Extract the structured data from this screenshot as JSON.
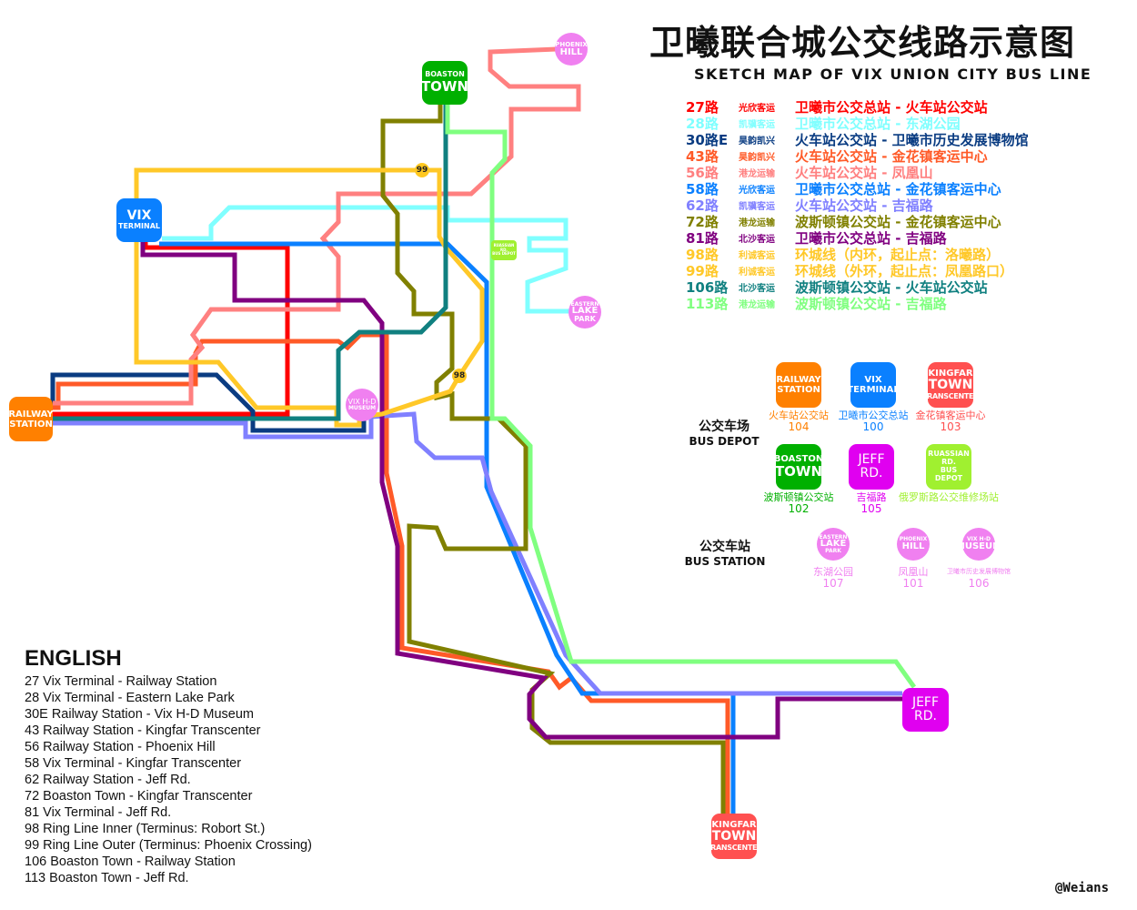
{
  "title_cn": "卫曦联合城公交线路示意图",
  "title_en": "SKETCH MAP OF VIX UNION CITY BUS LINE",
  "routes": [
    {
      "num": "27路",
      "company": "光欣客运",
      "desc": "卫曦市公交总站 - 火车站公交站",
      "color": "#ff0000"
    },
    {
      "num": "28路",
      "company": "凯骥客运",
      "desc": "卫曦市公交总站 - 东湖公园",
      "color": "#80ffff"
    },
    {
      "num": "30路E",
      "company": "昊韵凯兴",
      "desc": "火车站公交站 - 卫曦市历史发展博物馆",
      "color": "#0a3c82"
    },
    {
      "num": "43路",
      "company": "昊韵凯兴",
      "desc": "火车站公交站 - 金花镇客运中心",
      "color": "#ff5a28"
    },
    {
      "num": "56路",
      "company": "港龙运输",
      "desc": "火车站公交站 - 凤凰山",
      "color": "#ff8080"
    },
    {
      "num": "58路",
      "company": "光欣客运",
      "desc": "卫曦市公交总站 - 金花镇客运中心",
      "color": "#0a80ff"
    },
    {
      "num": "62路",
      "company": "凯骥客运",
      "desc": "火车站公交站 - 吉福路",
      "color": "#8080ff"
    },
    {
      "num": "72路",
      "company": "港龙运输",
      "desc": "波斯顿镇公交站 - 金花镇客运中心",
      "color": "#808000"
    },
    {
      "num": "81路",
      "company": "北沙客运",
      "desc": "卫曦市公交总站 - 吉福路",
      "color": "#800080"
    },
    {
      "num": "98路",
      "company": "利诚客运",
      "desc": "环城线（内环，起止点：洛曦路）",
      "color": "#ffc828"
    },
    {
      "num": "99路",
      "company": "利诚客运",
      "desc": "环城线（外环，起止点：凤凰路口）",
      "color": "#ffc828"
    },
    {
      "num": "106路",
      "company": "北沙客运",
      "desc": "波斯顿镇公交站 - 火车站公交站",
      "color": "#108080"
    },
    {
      "num": "113路",
      "company": "港龙运输",
      "desc": "波斯顿镇公交站 - 吉福路",
      "color": "#80ff80"
    }
  ],
  "english": {
    "heading": "ENGLISH",
    "items": [
      "27 Vix Terminal - Railway Station",
      "28 Vix Terminal - Eastern Lake Park",
      "30E Railway Station - Vix H-D Museum",
      "43 Railway Station - Kingfar Transcenter",
      "56 Railway Station - Phoenix Hill",
      "58 Vix Terminal - Kingfar Transcenter",
      "62 Railway Station - Jeff Rd.",
      "72 Boaston Town - Kingfar Transcenter",
      "81 Vix Terminal - Jeff Rd.",
      "98 Ring Line Inner (Terminus: Robort St.)",
      "99 Ring Line Outer (Terminus: Phoenix Crossing)",
      "106 Boaston Town - Railway Station",
      "113 Boaston Town - Jeff Rd."
    ]
  },
  "depot": {
    "label_cn": "公交车场",
    "label_en": "BUS DEPOT",
    "items": [
      {
        "l1": "RAILWAY",
        "l2": "STATION",
        "l3": "",
        "cn": "火车站公交站",
        "code": "104",
        "color": "#ff8000"
      },
      {
        "l1": "VIX",
        "l2": "TERMINAL",
        "l3": "",
        "cn": "卫曦市公交总站",
        "code": "100",
        "color": "#0a80ff"
      },
      {
        "l1": "KINGFAR",
        "l2": "TOWN",
        "l3": "TRANSCENTER",
        "cn": "金花镇客运中心",
        "code": "103",
        "color": "#ff5050"
      },
      {
        "l1": "BOASTON",
        "l2": "TOWN",
        "l3": "",
        "cn": "波斯顿镇公交站",
        "code": "102",
        "color": "#00b000"
      },
      {
        "l1": "JEFF RD.",
        "l2": "",
        "l3": "",
        "cn": "吉福路",
        "code": "105",
        "color": "#e000f0"
      },
      {
        "l1": "RUASSIAN RD.",
        "l2": "BUS DEPOT",
        "l3": "",
        "cn": "俄罗斯路公交维修场站",
        "code": "",
        "color": "#a0f030"
      }
    ]
  },
  "station": {
    "label_cn": "公交车站",
    "label_en": "BUS STATION",
    "items": [
      {
        "l1": "EASTERN",
        "l2": "LAKE",
        "l3": "PARK",
        "cn": "东湖公园",
        "code": "107"
      },
      {
        "l1": "PHOENIX",
        "l2": "HILL",
        "l3": "",
        "cn": "凤凰山",
        "code": "101"
      },
      {
        "l1": "VIX H-D",
        "l2": "MUSEUM",
        "l3": "",
        "cn": "卫曦市历史发展博物馆",
        "code": "106"
      }
    ]
  },
  "map_labels": {
    "railway": [
      "RAILWAY",
      "STATION"
    ],
    "vix": [
      "VIX",
      "TERMINAL"
    ],
    "boaston": [
      "BOASTON",
      "TOWN"
    ],
    "phoenix": [
      "PHOENIX",
      "HILL"
    ],
    "lake": [
      "EASTERN",
      "LAKE",
      "PARK"
    ],
    "museum": [
      "VIX H-D",
      "MUSEUM"
    ],
    "russian": [
      "RUASSIAN RD.",
      "BUS DEPOT"
    ],
    "jeff": "JEFF RD.",
    "kingfar": [
      "KINGFAR",
      "TOWN",
      "TRANSCENTER"
    ]
  },
  "badges": {
    "inner": "98",
    "outer": "99"
  },
  "watermark": "@Weians"
}
